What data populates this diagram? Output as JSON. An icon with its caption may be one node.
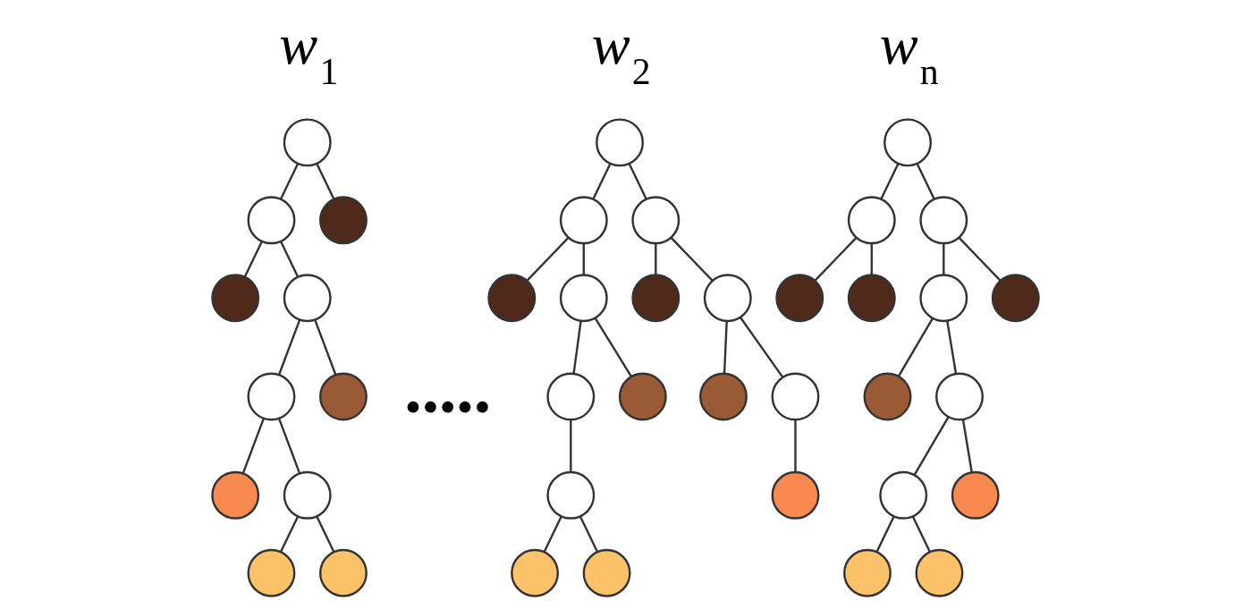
{
  "diagram": {
    "nodes": [
      {
        "text": [],
        "shape": "circle"
      },
      {
        "text": [],
        "shape": "circle"
      },
      {
        "text": [],
        "shape": "circle"
      },
      {
        "text": [],
        "shape": "circle"
      },
      {
        "text": [],
        "shape": "circle"
      },
      {
        "text": [],
        "shape": "circle"
      },
      {
        "text": [],
        "shape": "circle"
      },
      {
        "text": [],
        "shape": "circle"
      },
      {
        "text": [],
        "shape": "circle"
      },
      {
        "text": [],
        "shape": "circle"
      },
      {
        "text": [],
        "shape": "circle"
      },
      {
        "text": [],
        "shape": "circle"
      },
      {
        "text": [],
        "shape": "circle"
      },
      {
        "text": [],
        "shape": "circle"
      },
      {
        "text": [],
        "shape": "circle"
      },
      {
        "text": [],
        "shape": "circle"
      },
      {
        "text": [],
        "shape": "circle"
      },
      {
        "text": [],
        "shape": "circle"
      },
      {
        "text": [],
        "shape": "circle"
      },
      {
        "text": [],
        "shape": "circle"
      },
      {
        "text": [],
        "shape": "circle"
      },
      {
        "text": [],
        "shape": "circle"
      },
      {
        "text": [],
        "shape": "circle"
      },
      {
        "text": [],
        "shape": "circle"
      },
      {
        "text": [],
        "shape": "circle"
      },
      {
        "text": [],
        "shape": "circle"
      },
      {
        "text": [],
        "shape": "circle"
      },
      {
        "text": [],
        "shape": "circle"
      },
      {
        "text": [],
        "shape": "circle"
      },
      {
        "text": [],
        "shape": "circle"
      },
      {
        "text": [],
        "shape": "circle"
      },
      {
        "text": [],
        "shape": "circle"
      },
      {
        "text": [],
        "shape": "circle"
      },
      {
        "text": [],
        "shape": "circle"
      },
      {
        "text": [],
        "shape": "circle"
      },
      {
        "text": [],
        "shape": "circle"
      },
      {
        "text": [],
        "shape": "circle"
      },
      {
        "text": [],
        "shape": "circle"
      },
      {
        "text": [],
        "shape": "circle"
      }
    ],
    "edges": [
      {
        "from": 0,
        "to": 1,
        "arrow": "none"
      },
      {
        "from": 0,
        "to": 2,
        "arrow": "none"
      },
      {
        "from": 1,
        "to": 3,
        "arrow": "none"
      },
      {
        "from": 1,
        "to": 4,
        "arrow": "none"
      },
      {
        "from": 4,
        "to": 5,
        "arrow": "none"
      },
      {
        "from": 4,
        "to": 6,
        "arrow": "none"
      },
      {
        "from": 5,
        "to": 7,
        "arrow": "none"
      },
      {
        "from": 5,
        "to": 8,
        "arrow": "none"
      },
      {
        "from": 8,
        "to": 9,
        "arrow": "none"
      },
      {
        "from": 8,
        "to": 10,
        "arrow": "none"
      },
      {
        "from": 11,
        "to": 12,
        "arrow": "none"
      },
      {
        "from": 11,
        "to": 13,
        "arrow": "none"
      },
      {
        "from": 12,
        "to": 14,
        "arrow": "none"
      },
      {
        "from": 12,
        "to": 15,
        "arrow": "none"
      },
      {
        "from": 13,
        "to": 16,
        "arrow": "none"
      },
      {
        "from": 13,
        "to": 17,
        "arrow": "none"
      },
      {
        "from": 15,
        "to": 18,
        "arrow": "none"
      },
      {
        "from": 15,
        "to": 19,
        "arrow": "none"
      },
      {
        "from": 17,
        "to": 20,
        "arrow": "none"
      },
      {
        "from": 17,
        "to": 21,
        "arrow": "none"
      },
      {
        "from": 18,
        "to": 22,
        "arrow": "none"
      },
      {
        "from": 21,
        "to": 23,
        "arrow": "none"
      },
      {
        "from": 22,
        "to": 24,
        "arrow": "none"
      },
      {
        "from": 22,
        "to": 25,
        "arrow": "none"
      },
      {
        "from": 26,
        "to": 27,
        "arrow": "none"
      },
      {
        "from": 26,
        "to": 28,
        "arrow": "none"
      },
      {
        "from": 27,
        "to": 29,
        "arrow": "none"
      },
      {
        "from": 27,
        "to": 30,
        "arrow": "none"
      },
      {
        "from": 28,
        "to": 31,
        "arrow": "none"
      },
      {
        "from": 28,
        "to": 32,
        "arrow": "none"
      },
      {
        "from": 31,
        "to": 33,
        "arrow": "none"
      },
      {
        "from": 31,
        "to": 34,
        "arrow": "none"
      },
      {
        "from": 34,
        "to": 35,
        "arrow": "none"
      },
      {
        "from": 34,
        "to": 36,
        "arrow": "none"
      },
      {
        "from": 35,
        "to": 37,
        "arrow": "none"
      },
      {
        "from": 35,
        "to": 38,
        "arrow": "none"
      }
    ],
    "labels": [
      "w$_{1}$",
      "w$_{2}$",
      "w$_{n}$",
      "....."
    ]
  }
}
